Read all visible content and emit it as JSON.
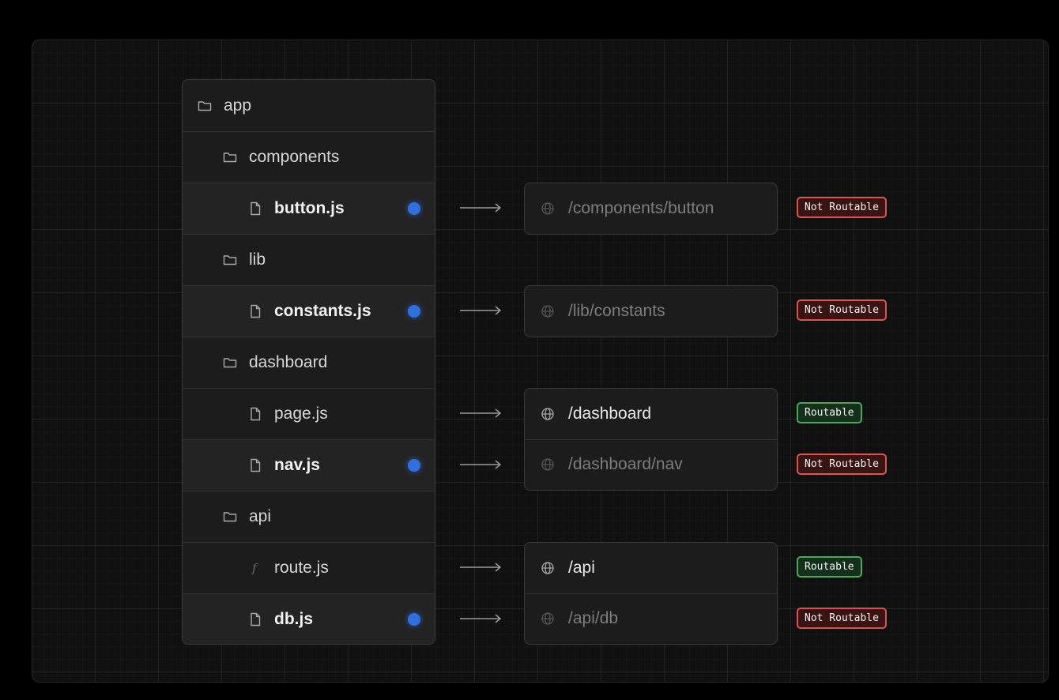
{
  "tree": [
    {
      "label": "app",
      "kind": "folder",
      "indent": 0
    },
    {
      "label": "components",
      "kind": "folder",
      "indent": 1
    },
    {
      "label": "button.js",
      "kind": "file",
      "indent": 2,
      "highlight": true
    },
    {
      "label": "lib",
      "kind": "folder",
      "indent": 1
    },
    {
      "label": "constants.js",
      "kind": "file",
      "indent": 2,
      "highlight": true
    },
    {
      "label": "dashboard",
      "kind": "folder",
      "indent": 1
    },
    {
      "label": "page.js",
      "kind": "file",
      "indent": 2,
      "highlight": false
    },
    {
      "label": "nav.js",
      "kind": "file",
      "indent": 2,
      "highlight": true
    },
    {
      "label": "api",
      "kind": "folder",
      "indent": 1
    },
    {
      "label": "route.js",
      "kind": "function",
      "indent": 2,
      "highlight": false
    },
    {
      "label": "db.js",
      "kind": "file",
      "indent": 2,
      "highlight": true
    }
  ],
  "routes": [
    {
      "path": "/components/button",
      "row": 2,
      "status": "Not Routable",
      "routable": false
    },
    {
      "path": "/lib/constants",
      "row": 4,
      "status": "Not Routable",
      "routable": false
    },
    {
      "path": "/dashboard",
      "row": 6,
      "status": "Routable",
      "routable": true
    },
    {
      "path": "/dashboard/nav",
      "row": 7,
      "status": "Not Routable",
      "routable": false
    },
    {
      "path": "/api",
      "row": 9,
      "status": "Routable",
      "routable": true
    },
    {
      "path": "/api/db",
      "row": 10,
      "status": "Not Routable",
      "routable": false
    }
  ],
  "route_groups": [
    [
      0
    ],
    [
      1
    ],
    [
      2,
      3
    ],
    [
      4,
      5
    ]
  ],
  "colors": {
    "highlight_dot": "#2f6fde",
    "not_routable_border": "#d9564f",
    "routable_border": "#4fa55a"
  }
}
